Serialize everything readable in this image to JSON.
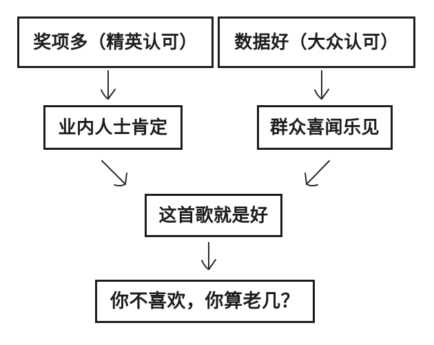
{
  "diagram": {
    "title": "song-quality-flowchart",
    "background_color": "#ffffff",
    "line_color": "#1c1c1e",
    "nodes": [
      {
        "id": "awards",
        "label": "奖项多（精英认可）"
      },
      {
        "id": "data",
        "label": "数据好（大众认可）"
      },
      {
        "id": "industry",
        "label": "业内人士肯定"
      },
      {
        "id": "masses",
        "label": "群众喜闻乐见"
      },
      {
        "id": "song",
        "label": "这首歌就是好"
      },
      {
        "id": "conclusion",
        "label": "你不喜欢，你算老几？"
      }
    ],
    "arrows": [
      {
        "from": "awards",
        "to": "industry",
        "direction": "down"
      },
      {
        "from": "data",
        "to": "masses",
        "direction": "down"
      },
      {
        "from": "industry",
        "to": "song",
        "direction": "down-right"
      },
      {
        "from": "masses",
        "to": "song",
        "direction": "down-left"
      },
      {
        "from": "song",
        "to": "conclusion",
        "direction": "down"
      }
    ]
  }
}
